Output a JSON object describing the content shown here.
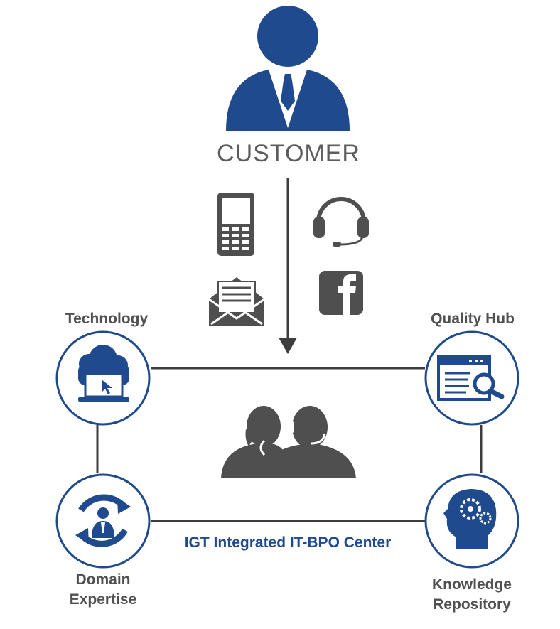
{
  "colors": {
    "primary_blue": "#1f4a8e",
    "dark_gray": "#4f4f4f",
    "line_gray": "#3d3d3d"
  },
  "customer": {
    "label": "CUSTOMER",
    "icon": "customer-icon"
  },
  "channels": [
    {
      "icon": "mobile-phone-icon"
    },
    {
      "icon": "headset-icon"
    },
    {
      "icon": "email-icon"
    },
    {
      "icon": "facebook-icon"
    }
  ],
  "center": {
    "label": "IGT Integrated IT-BPO Center",
    "icon": "support-agents-icon"
  },
  "nodes": {
    "technology": {
      "label": "Technology",
      "icon": "cloud-laptop-icon"
    },
    "quality_hub": {
      "label": "Quality Hub",
      "icon": "browser-search-icon"
    },
    "domain_expertise": {
      "label_line1": "Domain",
      "label_line2": "Expertise",
      "icon": "person-cycle-icon"
    },
    "knowledge_repository": {
      "label_line1": "Knowledge",
      "label_line2": "Repository",
      "icon": "head-gears-icon"
    }
  }
}
